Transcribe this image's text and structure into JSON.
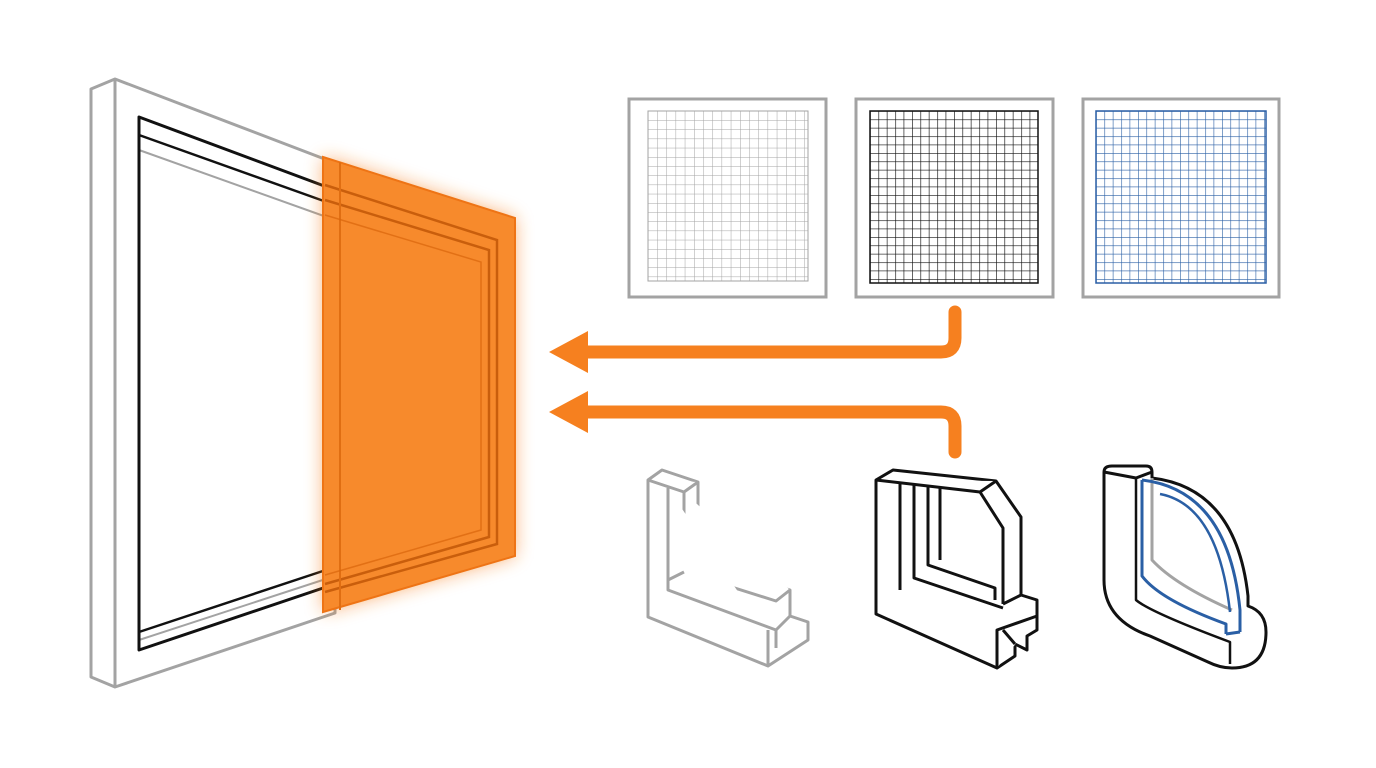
{
  "diagram": {
    "type": "component-assembly-illustration",
    "colors": {
      "background": "#ffffff",
      "outline_gray": "#a3a3a3",
      "outline_black": "#111111",
      "accent_orange": "#f6801f",
      "accent_orange_dark": "#d8650c",
      "accent_blue": "#2a5fa5"
    },
    "main_unit": {
      "frame": "window-frame-outline",
      "highlighted_panel": "orange-insert-panel"
    },
    "mesh_options": [
      {
        "id": "mesh-gray",
        "line_color": "gray"
      },
      {
        "id": "mesh-black",
        "line_color": "black",
        "selected": true
      },
      {
        "id": "mesh-blue",
        "line_color": "blue"
      }
    ],
    "profile_options": [
      {
        "id": "profile-l-angle",
        "line_color": "gray"
      },
      {
        "id": "profile-channel",
        "line_color": "black",
        "selected": true
      },
      {
        "id": "profile-rounded",
        "line_color": "blue"
      }
    ],
    "connectors": [
      {
        "from": "mesh-black",
        "to": "orange-insert-panel",
        "icon": "arrow-left-icon"
      },
      {
        "from": "profile-channel",
        "to": "orange-insert-panel",
        "icon": "arrow-left-icon"
      }
    ]
  }
}
